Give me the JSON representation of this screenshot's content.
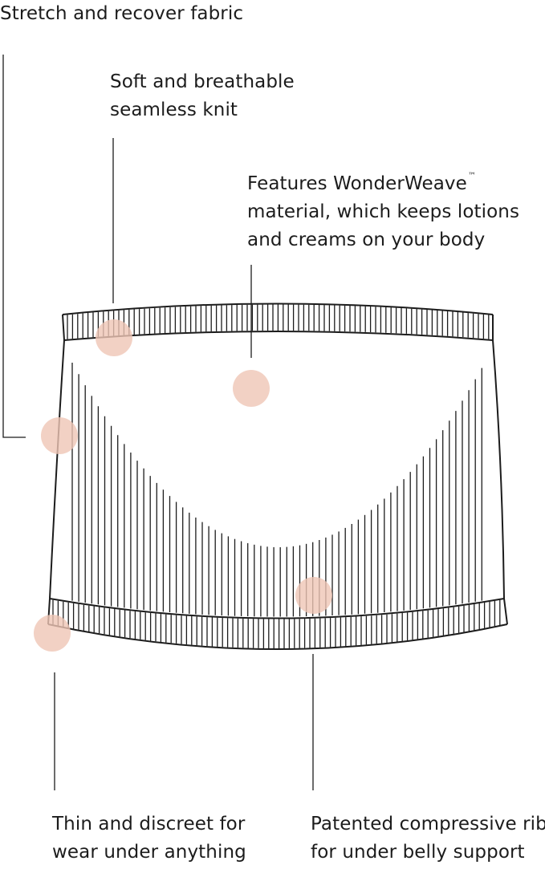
{
  "callouts": {
    "stretch": {
      "lines": [
        "Stretch and recover fabric"
      ]
    },
    "soft": {
      "lines": [
        "Soft and breathable",
        "seamless knit"
      ]
    },
    "features": {
      "line1": "Features WonderWeave",
      "trademark": "™",
      "line2": "material, which keeps lotions",
      "line3": "and creams on your body"
    },
    "thin": {
      "lines": [
        "Thin and discreet for",
        "wear under anything"
      ]
    },
    "patented": {
      "lines": [
        "Patented compressive rib",
        "for under belly support"
      ]
    }
  },
  "colors": {
    "ink": "#1c1c1c",
    "hotspot": "#efc6b5"
  }
}
